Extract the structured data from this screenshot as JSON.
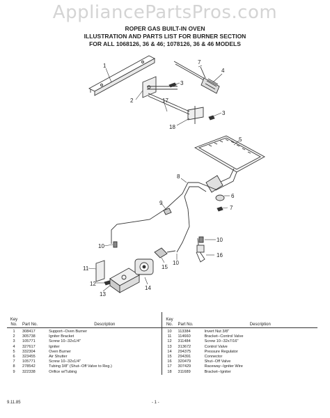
{
  "watermark": "AppliancePartsPros.com",
  "title": {
    "line1": "ROPER GAS BUILT-IN OVEN",
    "line2": "ILLUSTRATION AND PARTS LIST FOR BURNER SECTION",
    "line3": "FOR ALL 1068126, 36 & 46; 1078126, 36 & 46 MODELS"
  },
  "callouts": [
    "1",
    "2",
    "3",
    "4",
    "5",
    "6",
    "7",
    "8",
    "9",
    "10",
    "11",
    "12",
    "13",
    "14",
    "15",
    "16",
    "17",
    "18"
  ],
  "table": {
    "headers": {
      "key": "Key No.",
      "part": "Part No.",
      "description": "Description"
    },
    "left": [
      {
        "key": "1",
        "part": "308417",
        "description": "Support--Oven Burner"
      },
      {
        "key": "2",
        "part": "305738",
        "description": "Igniter Bracket"
      },
      {
        "key": "3",
        "part": "105771",
        "description": "Screw 10--32x1/4\""
      },
      {
        "key": "4",
        "part": "327617",
        "description": "Igniter"
      },
      {
        "key": "5",
        "part": "332304",
        "description": "Oven Burner"
      },
      {
        "key": "6",
        "part": "323455",
        "description": "Air Shutter"
      },
      {
        "key": "7",
        "part": "105771",
        "description": "Screw 10--32x1/4\""
      },
      {
        "key": "8",
        "part": "278542",
        "description": "Tubing 3/8\" (Shut--Off Valve to Reg.)"
      },
      {
        "key": "9",
        "part": "322338",
        "description": "Orifice w/Tubing"
      }
    ],
    "right": [
      {
        "key": "10",
        "part": "113384",
        "description": "Invert Nut 3/8\""
      },
      {
        "key": "11",
        "part": "114660",
        "description": "Bracket--Control Valve"
      },
      {
        "key": "12",
        "part": "311484",
        "description": "Screw 10--32x7/16\""
      },
      {
        "key": "13",
        "part": "313672",
        "description": "Control Valve"
      },
      {
        "key": "14",
        "part": "294375",
        "description": "Pressure Regulator"
      },
      {
        "key": "15",
        "part": "294391",
        "description": "Connector"
      },
      {
        "key": "16",
        "part": "320479",
        "description": "Shut--Off Valve"
      },
      {
        "key": "17",
        "part": "307429",
        "description": "Raceway--Igniter Wire"
      },
      {
        "key": "18",
        "part": "311689",
        "description": "Bracket--Igniter"
      }
    ]
  },
  "footer": {
    "date": "9.11.85",
    "page": "- 1 -"
  }
}
